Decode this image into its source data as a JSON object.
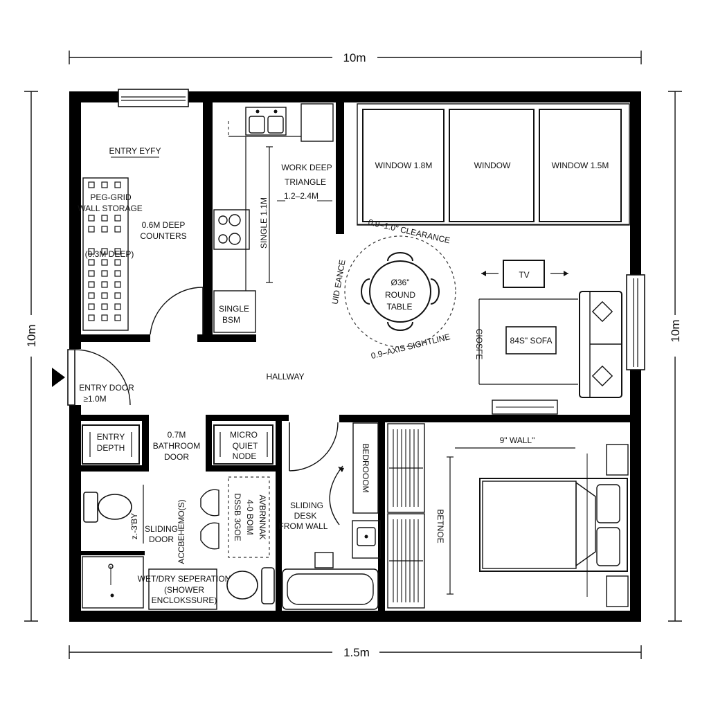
{
  "dimensions": {
    "top": "10m",
    "bottom": "1.5m",
    "left": "10m",
    "right": "10m"
  },
  "labels": {
    "entry_eyfy": "ENTRY EYFY",
    "peg_grid_1": "PEG-GRID",
    "peg_grid_2": "WALL STORAGE",
    "counters_1": "0.6M DEEP",
    "counters_2": "COUNTERS",
    "deep_note": "(0.3M DEEP)",
    "work_1": "WORK DEEP",
    "work_2": "TRIANGLE",
    "work_3": "1.2–2.4M",
    "single_vertical": "SINGLE  1.1M",
    "single_bsm_1": "SINGLE",
    "single_bsm_2": "BSM",
    "window_1": "WINDOW 1.8M",
    "window_2": "WINDOW",
    "window_3": "WINDOW 1.5M",
    "clearance_top": "0.9–1.0\" CLEARANCE",
    "clearance_left": "UID EANCE",
    "table_1": "Ø36\"",
    "table_2": "ROUND",
    "table_3": "TABLE",
    "sightline": "0.9–AXIS SIGHTLINE",
    "tv": "TV",
    "sofa": "84S\" SOFA",
    "side_label": "CIOSFE",
    "hallway": "HALLWAY",
    "entry_door_1": "ENTRY DOOR",
    "entry_door_2": "≥1.0M",
    "entry_depth_1": "ENTRY",
    "entry_depth_2": "DEPTH",
    "bath_door_1": "0.7M",
    "bath_door_2": "BATHROOM",
    "bath_door_3": "DOOR",
    "micro_1": "MICRO",
    "micro_2": "QUIET",
    "micro_3": "NODE",
    "storage_col_1": "DSSB 3GOE",
    "storage_col_2": "4-0 BOIM",
    "storage_col_3": "AVBRNNAK",
    "sliding_1": "SLIDING",
    "sliding_2": "DOOR",
    "sliding_vert": "ACCBEHEMO(S)",
    "z_label": "z.-3'BY",
    "wet_1": "WET/DRY SEPERATION",
    "wet_2": "(SHOWER",
    "wet_3": "ENCLOKSSURE)",
    "desk_1": "SLIDING",
    "desk_2": "DESK",
    "desk_3": "FROM WALL",
    "bedroom_vert": "BEDROOOM",
    "wall_label": "9\" WALL\"",
    "bed_vert": "BETNOE"
  }
}
